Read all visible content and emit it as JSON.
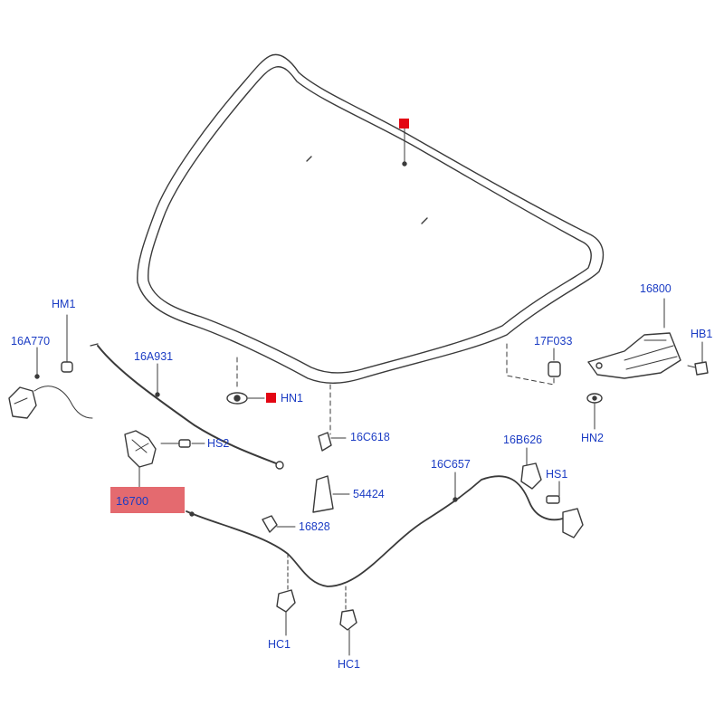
{
  "labels": {
    "hm1": "HM1",
    "p16a770": "16A770",
    "p16a931": "16A931",
    "hn1": "HN1",
    "hs2": "HS2",
    "p16700": "16700",
    "p16828": "16828",
    "p16c618": "16C618",
    "p54424": "54424",
    "p16c657": "16C657",
    "p16b626": "16B626",
    "hs1": "HS1",
    "p17f033": "17F033",
    "p16800": "16800",
    "hb1": "HB1",
    "hn2": "HN2",
    "hc1_left": "HC1",
    "hc1_right": "HC1"
  },
  "colors": {
    "label_text": "#1b3cc4",
    "highlight": "#e46a6f",
    "marker": "#e30613",
    "line": "#3a3a3a"
  }
}
